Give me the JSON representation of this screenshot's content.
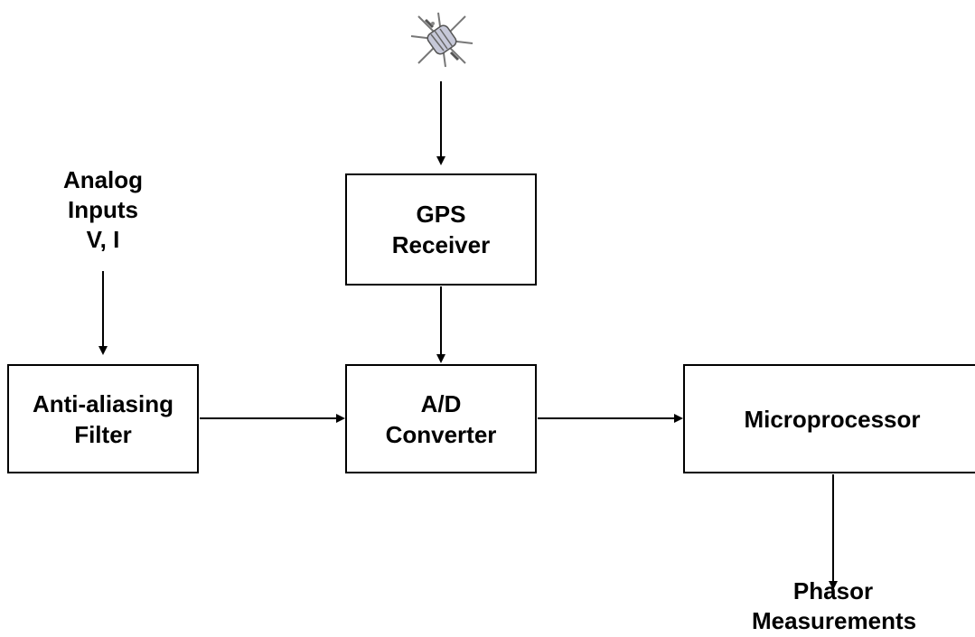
{
  "blocks": {
    "gps": {
      "lines": [
        "GPS",
        "Receiver"
      ]
    },
    "antialias": {
      "lines": [
        "Anti-aliasing",
        "Filter"
      ]
    },
    "adc": {
      "lines": [
        "A/D",
        "Converter"
      ]
    },
    "micro": {
      "lines": [
        "Microprocessor"
      ]
    }
  },
  "labels": {
    "analog": [
      "Analog",
      "Inputs",
      "V, I"
    ],
    "phasor": [
      "Phasor",
      "Measurements"
    ]
  },
  "icons": {
    "satellite": "satellite-icon"
  },
  "colors": {
    "stroke": "#000000",
    "background": "#ffffff"
  }
}
